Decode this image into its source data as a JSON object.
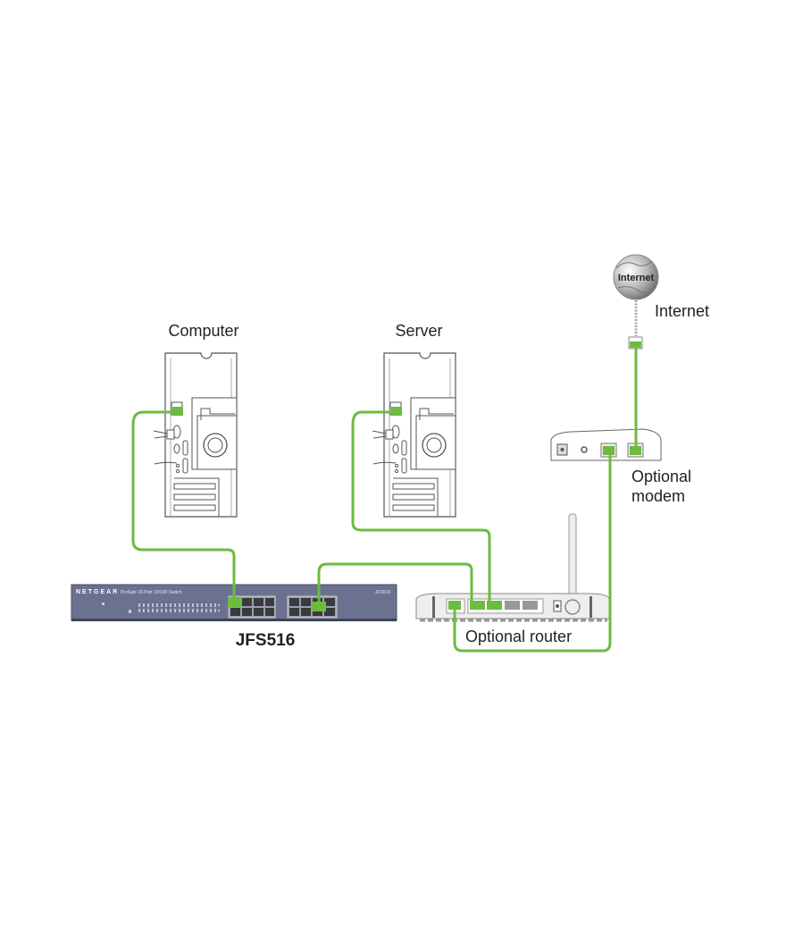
{
  "labels": {
    "computer": "Computer",
    "server": "Server",
    "internet": "Internet",
    "modem_line1": "Optional",
    "modem_line2": "modem",
    "switch_model": "JFS516",
    "router": "Optional router"
  },
  "switch": {
    "brand": "NETGEAR",
    "description": "ProSafe 16 Port 10/100 Switch",
    "model_badge": "JFS516"
  },
  "globe": {
    "text": "Internet"
  },
  "colors": {
    "cable": "#6dbb3f",
    "switch_body": "#6b7190",
    "outline": "#555555"
  }
}
